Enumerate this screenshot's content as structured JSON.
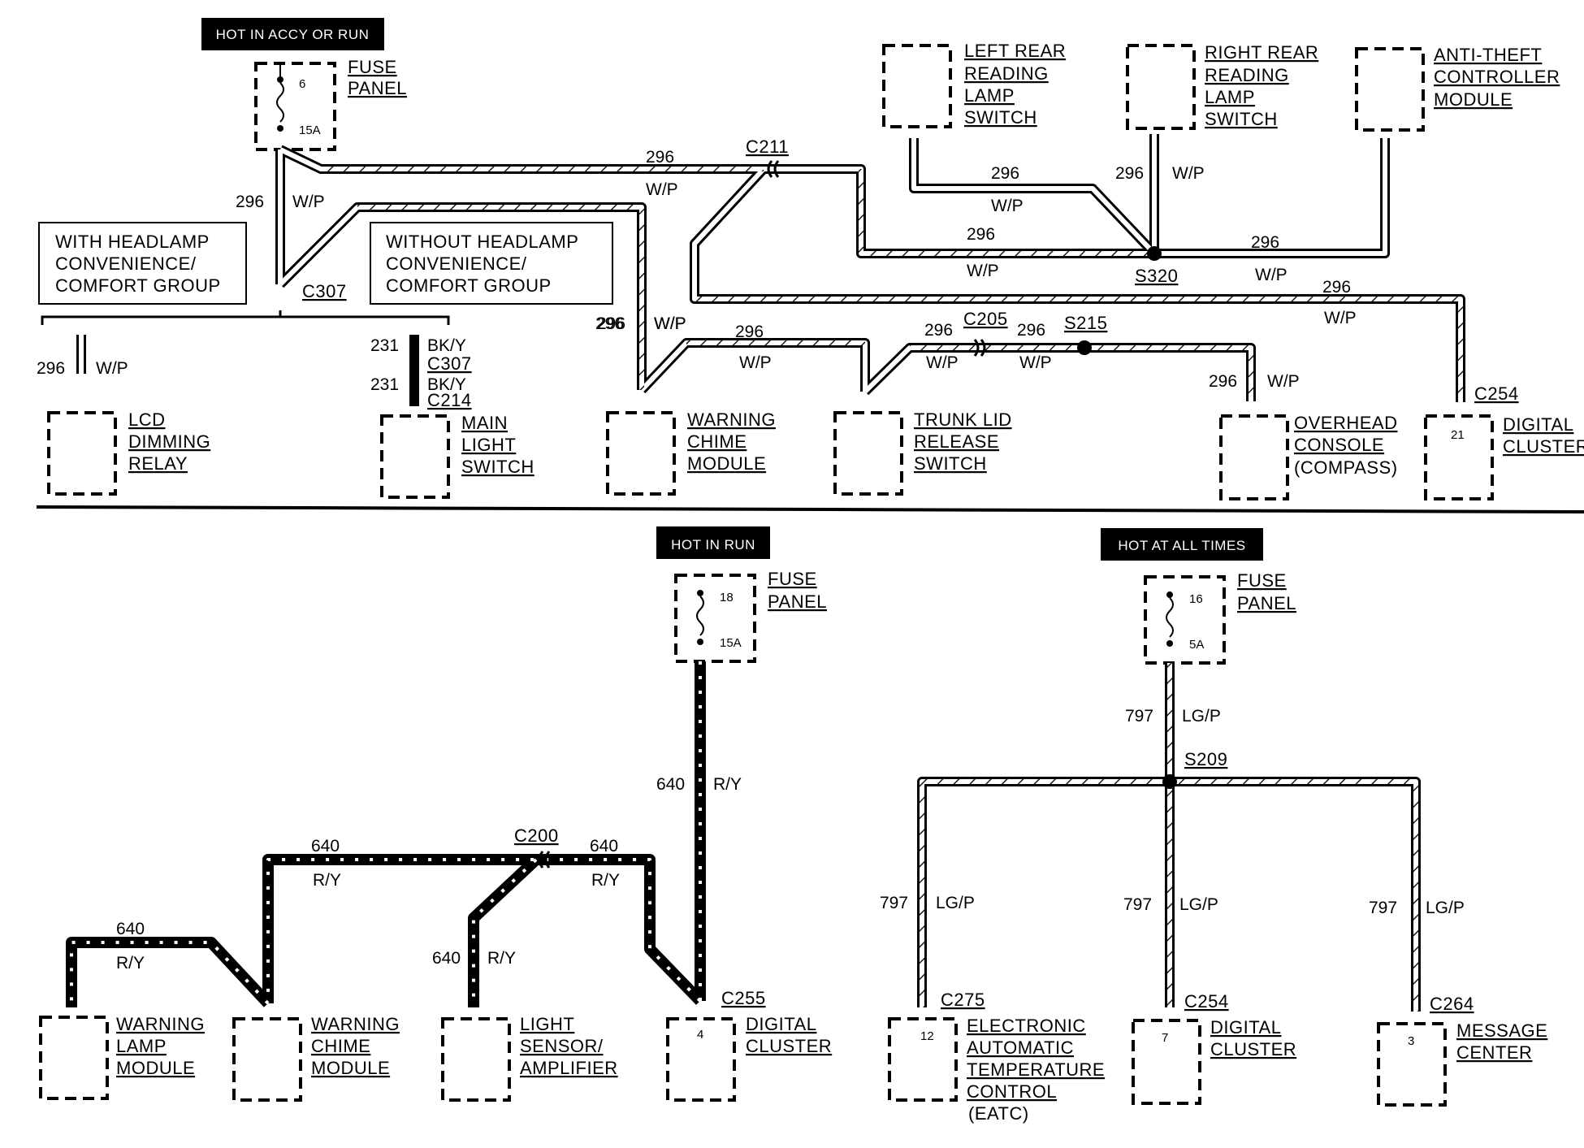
{
  "top": {
    "hot_accy_run": "HOT IN ACCY OR RUN",
    "fuse1": {
      "label1": "FUSE",
      "label2": "PANEL",
      "number": "6",
      "rating": "15A"
    },
    "wire": "296",
    "color": "W/P",
    "c211": "C211",
    "c307": "C307",
    "c205": "C205",
    "s215": "S215",
    "s320": "S320",
    "c254": "C254",
    "with_group": [
      "WITH HEADLAMP",
      "CONVENIENCE/",
      "COMFORT GROUP"
    ],
    "without_group": [
      "WITHOUT HEADLAMP",
      "CONVENIENCE/",
      "COMFORT GROUP"
    ],
    "left_rear": [
      "LEFT REAR",
      "READING",
      "LAMP",
      "SWITCH"
    ],
    "right_rear": [
      "RIGHT REAR",
      "READING",
      "LAMP",
      "SWITCH"
    ],
    "anti_theft": [
      "ANTI-THEFT",
      "CONTROLLER",
      "MODULE"
    ],
    "lcd_relay": [
      "LCD",
      "DIMMING",
      "RELAY"
    ],
    "main_light": [
      "MAIN",
      "LIGHT",
      "SWITCH"
    ],
    "warning_chime": [
      "WARNING",
      "CHIME",
      "MODULE"
    ],
    "trunk_lid": [
      "TRUNK LID",
      "RELEASE",
      "SWITCH"
    ],
    "overhead": [
      "OVERHEAD",
      "CONSOLE",
      "(COMPASS)"
    ],
    "digital_cluster": [
      "DIGITAL",
      "CLUSTER"
    ],
    "cluster_pin": "21",
    "w231": "231",
    "bky": "BK/Y",
    "c214": "C214"
  },
  "bottom_left": {
    "hot_run": "HOT IN RUN",
    "fuse": {
      "label1": "FUSE",
      "label2": "PANEL",
      "number": "18",
      "rating": "15A"
    },
    "wire": "640",
    "color": "R/Y",
    "c200": "C200",
    "c255": "C255",
    "warning_lamp": [
      "WARNING",
      "LAMP",
      "MODULE"
    ],
    "warning_chime": [
      "WARNING",
      "CHIME",
      "MODULE"
    ],
    "light_sensor": [
      "LIGHT",
      "SENSOR/",
      "AMPLIFIER"
    ],
    "digital_cluster": [
      "DIGITAL",
      "CLUSTER"
    ],
    "cluster_pin": "4"
  },
  "bottom_right": {
    "hot_all": "HOT AT ALL TIMES",
    "fuse": {
      "label1": "FUSE",
      "label2": "PANEL",
      "number": "16",
      "rating": "5A"
    },
    "wire": "797",
    "color": "LG/P",
    "s209": "S209",
    "c275": "C275",
    "c254": "C254",
    "c264": "C264",
    "eatc": [
      "ELECTRONIC",
      "AUTOMATIC",
      "TEMPERATURE",
      "CONTROL",
      "(EATC)"
    ],
    "eatc_pin": "12",
    "digital_cluster": [
      "DIGITAL",
      "CLUSTER"
    ],
    "cluster_pin": "7",
    "message_center": [
      "MESSAGE",
      "CENTER"
    ],
    "mc_pin": "3"
  }
}
